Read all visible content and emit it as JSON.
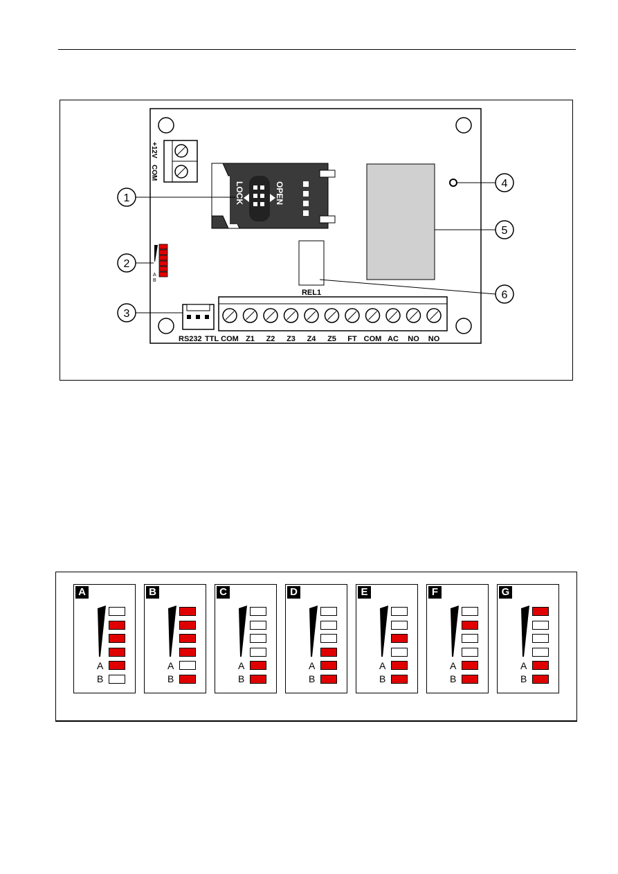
{
  "board": {
    "power_terminal_labels": [
      "+12V",
      "COM"
    ],
    "sim_labels": [
      "LOCK",
      "OPEN"
    ],
    "led_side_labels": [
      "A",
      "B"
    ],
    "relay_label": "REL1",
    "port_labels": [
      "RS232",
      "TTL"
    ],
    "terminal_labels": [
      "COM",
      "Z1",
      "Z2",
      "Z3",
      "Z4",
      "Z5",
      "FT",
      "COM",
      "AC",
      "NO",
      "NO"
    ],
    "callouts": [
      "1",
      "2",
      "3",
      "4",
      "5",
      "6"
    ]
  },
  "led_panels": [
    {
      "letter": "A",
      "leds": [
        false,
        true,
        true,
        true,
        true,
        false
      ]
    },
    {
      "letter": "B",
      "leds": [
        true,
        true,
        true,
        true,
        false,
        true
      ]
    },
    {
      "letter": "C",
      "leds": [
        false,
        false,
        false,
        false,
        true,
        true
      ]
    },
    {
      "letter": "D",
      "leds": [
        false,
        false,
        false,
        true,
        true,
        true
      ]
    },
    {
      "letter": "E",
      "leds": [
        false,
        false,
        true,
        false,
        true,
        true
      ]
    },
    {
      "letter": "F",
      "leds": [
        false,
        true,
        false,
        false,
        true,
        true
      ]
    },
    {
      "letter": "G",
      "leds": [
        true,
        false,
        false,
        false,
        true,
        true
      ]
    }
  ],
  "led_row_labels": [
    "A",
    "B"
  ],
  "colors": {
    "led_on": "#e00000",
    "led_off": "#ffffff",
    "relay": "#d0d0d0"
  }
}
